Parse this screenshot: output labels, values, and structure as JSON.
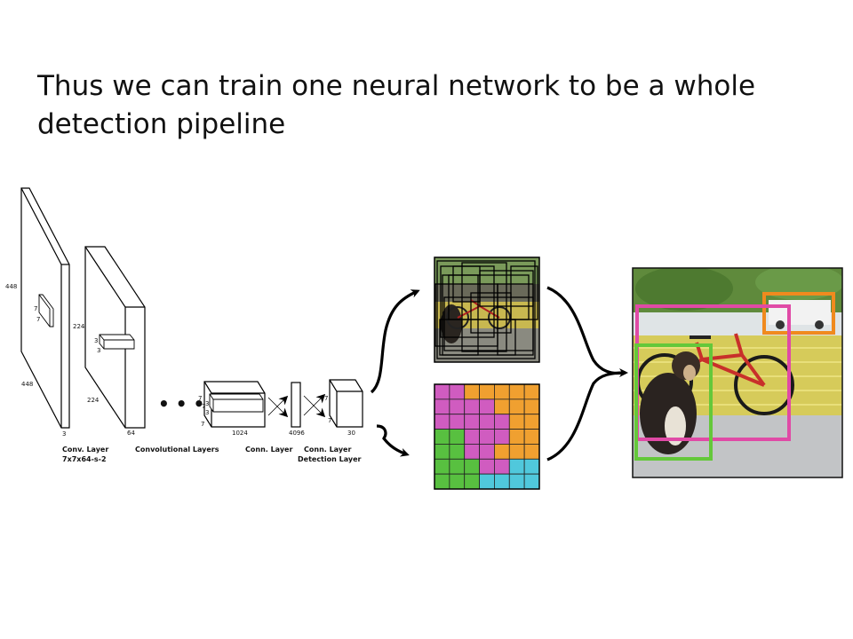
{
  "slide": {
    "title": "Thus we can train one neural network to be a whole detection pipeline"
  },
  "network": {
    "input_dims": {
      "height": "448",
      "width": "448",
      "channels": "3"
    },
    "input_kernel": {
      "h": "7",
      "w": "7"
    },
    "layer2_dims": {
      "height": "224",
      "width": "224",
      "channels": "64"
    },
    "layer2_kernel": {
      "h": "3",
      "w": "3"
    },
    "layer3_dims": {
      "k1": "7",
      "k2": "7",
      "k3": "3",
      "k4": "3",
      "k5": "7",
      "channels": "1024"
    },
    "fc_size": "4096",
    "output_dims": {
      "h": "7",
      "w": "7",
      "channels": "30"
    },
    "ellipsis": "• • •",
    "captions": {
      "conv1_line1": "Conv. Layer",
      "conv1_line2": "7x7x64-s-2",
      "conv_layers": "Convolutional Layers",
      "conn_layer": "Conn. Layer",
      "det_line1": "Conn. Layer",
      "det_line2": "Detection Layer"
    }
  },
  "colors": {
    "class_magenta": "#d05cc0",
    "class_orange": "#f0a030",
    "class_green": "#58c040",
    "class_cyan": "#50c8dc",
    "box_magenta": "#e04aa6",
    "box_green": "#64c83a",
    "box_orange": "#f08a1e",
    "arrow": "#000000"
  },
  "class_map": [
    [
      "M",
      "M",
      "O",
      "O",
      "O",
      "O",
      "O"
    ],
    [
      "M",
      "M",
      "M",
      "M",
      "O",
      "O",
      "O"
    ],
    [
      "M",
      "M",
      "M",
      "M",
      "M",
      "O",
      "O"
    ],
    [
      "G",
      "G",
      "M",
      "M",
      "M",
      "O",
      "O"
    ],
    [
      "G",
      "G",
      "M",
      "M",
      "O",
      "O",
      "O"
    ],
    [
      "G",
      "G",
      "G",
      "M",
      "M",
      "C",
      "C"
    ],
    [
      "G",
      "G",
      "G",
      "C",
      "C",
      "C",
      "C"
    ]
  ]
}
